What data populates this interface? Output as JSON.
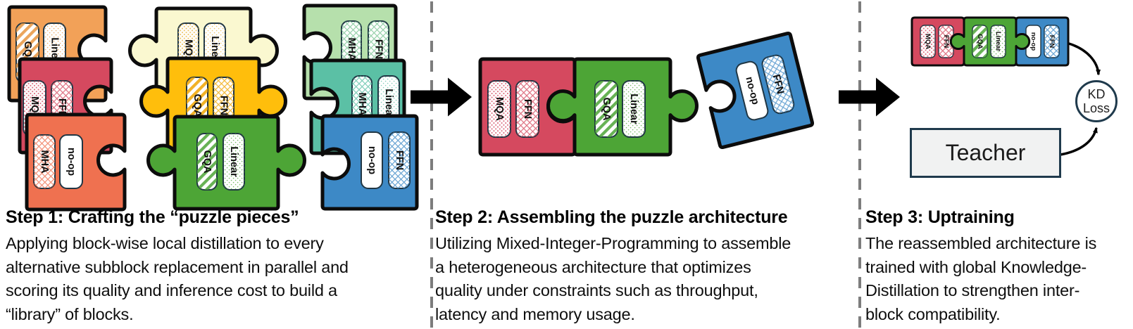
{
  "figure": {
    "steps": [
      {
        "heading": "Step 1: Crafting the “puzzle pieces”",
        "body": "Applying block-wise local distillation to every\nalternative subblock replacement in parallel and\nscoring its quality and inference cost to build a\n“library” of blocks."
      },
      {
        "heading": "Step 2: Assembling the puzzle architecture",
        "body": "Utilizing Mixed-Integer-Programming to assemble\na heterogeneous architecture that optimizes\nquality under constraints such as throughput,\nlatency and memory usage."
      },
      {
        "heading": "Step 3: Uptraining",
        "body": "The reassembled architecture is\ntrained with global Knowledge-\nDistillation to strengthen inter-\nblock compatibility."
      }
    ],
    "library_pieces": [
      {
        "id": "orange",
        "color": "#F2A158",
        "pattern_color": "#E8953F",
        "blocks": [
          {
            "label": "GQA",
            "pattern": "stripes"
          },
          {
            "label": "Linear",
            "pattern": "dots_sparse"
          }
        ]
      },
      {
        "id": "pale-yellow",
        "color": "#FAF8D0",
        "pattern_color": "#E9B83E",
        "blocks": [
          {
            "label": "MQA",
            "pattern": "dots"
          },
          {
            "label": "Linear",
            "pattern": "dots_sparse"
          }
        ]
      },
      {
        "id": "light-green",
        "color": "#B6E0AC",
        "pattern_color": "#79C492",
        "blocks": [
          {
            "label": "MHA",
            "pattern": "cross"
          },
          {
            "label": "FFN",
            "pattern": "cross"
          }
        ]
      },
      {
        "id": "crimson",
        "color": "#D5495F",
        "pattern_color": "#D5495F",
        "blocks": [
          {
            "label": "MQA",
            "pattern": "dots"
          },
          {
            "label": "FFN",
            "pattern": "cross"
          }
        ]
      },
      {
        "id": "gold",
        "color": "#FFBE0C",
        "pattern_color": "#F0A500",
        "blocks": [
          {
            "label": "GQA",
            "pattern": "stripes"
          },
          {
            "label": "FFN",
            "pattern": "cross"
          }
        ]
      },
      {
        "id": "teal",
        "color": "#5BC0A5",
        "pattern_color": "#5BC0A5",
        "blocks": [
          {
            "label": "MHA",
            "pattern": "cross"
          },
          {
            "label": "Linear",
            "pattern": "dots_sparse"
          }
        ]
      },
      {
        "id": "coral",
        "color": "#EF7150",
        "pattern_color": "#EF7150",
        "blocks": [
          {
            "label": "MHA",
            "pattern": "cross"
          },
          {
            "label": "no-op",
            "pattern": "plain"
          }
        ]
      },
      {
        "id": "green",
        "color": "#4DA536",
        "pattern_color": "#4DA536",
        "blocks": [
          {
            "label": "GQA",
            "pattern": "stripes"
          },
          {
            "label": "Linear",
            "pattern": "dots_sparse"
          }
        ]
      },
      {
        "id": "blue",
        "color": "#3D89C6",
        "pattern_color": "#3D89C6",
        "blocks": [
          {
            "label": "no-op",
            "pattern": "plain"
          },
          {
            "label": "FFN",
            "pattern": "cross"
          }
        ]
      }
    ],
    "assembled_pieces": [
      {
        "id": "crimson",
        "color": "#D5495F",
        "pattern_color": "#D5495F",
        "blocks": [
          {
            "label": "MQA",
            "pattern": "dots"
          },
          {
            "label": "FFN",
            "pattern": "cross"
          }
        ]
      },
      {
        "id": "green",
        "color": "#4DA536",
        "pattern_color": "#4DA536",
        "blocks": [
          {
            "label": "GQA",
            "pattern": "stripes"
          },
          {
            "label": "Linear",
            "pattern": "dots_sparse"
          }
        ]
      },
      {
        "id": "blue",
        "color": "#3D89C6",
        "pattern_color": "#3D89C6",
        "blocks": [
          {
            "label": "no-op",
            "pattern": "plain"
          },
          {
            "label": "FFN",
            "pattern": "cross"
          }
        ]
      }
    ],
    "uptraining": {
      "teacher_label": "Teacher",
      "kd_loss": {
        "line1": "KD",
        "line2": "Loss"
      }
    },
    "colors": {
      "piece_outline": "#0c0c0c",
      "pill_border": "#203644",
      "node_border": "#1f3a4c",
      "teacher_bg": "#f1f2f2",
      "divider": "#7d7d7d",
      "arrow": "#000000"
    }
  }
}
